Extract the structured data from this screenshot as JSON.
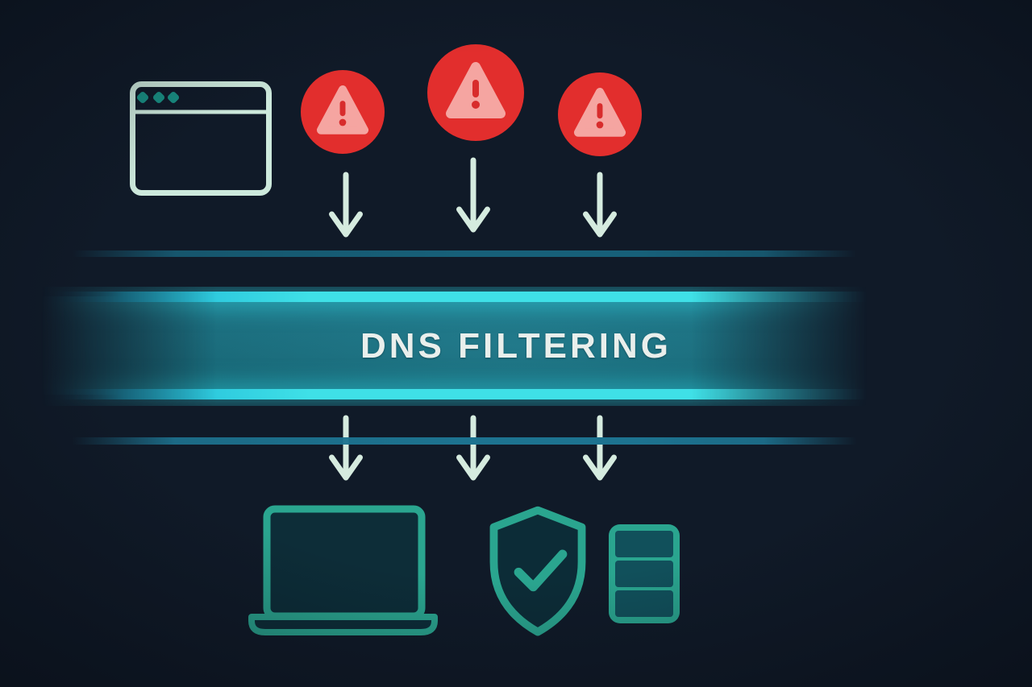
{
  "band": {
    "label": "DNS FILTERING",
    "fill_color": "#1a6b7b",
    "edge_glow_color": "#3fe0e7",
    "label_color": "#e9efec"
  },
  "palette": {
    "background": "#101a28",
    "mint_outline": "#cde9dc",
    "icon_teal": "#2aa58f",
    "icon_fill_dark": "#0d2d38",
    "server_segment_fill": "#11505b",
    "alert_red": "#e22e2d",
    "alert_salmon": "#f5a5a1",
    "divider_teal": "#176079"
  },
  "threat_icons": [
    {
      "name": "warning-icon",
      "shape": "exclamation-triangle-in-circle"
    },
    {
      "name": "warning-icon",
      "shape": "exclamation-triangle-in-circle"
    },
    {
      "name": "warning-icon",
      "shape": "exclamation-triangle-in-circle"
    }
  ],
  "source_icon": "browser-window-icon",
  "flow_arrows": {
    "direction": "down",
    "count_above_band": 3,
    "count_below_band": 3,
    "color": "#d5ebdf"
  },
  "protected_icons": [
    "laptop-icon",
    "shield-check-icon",
    "server-icon"
  ]
}
